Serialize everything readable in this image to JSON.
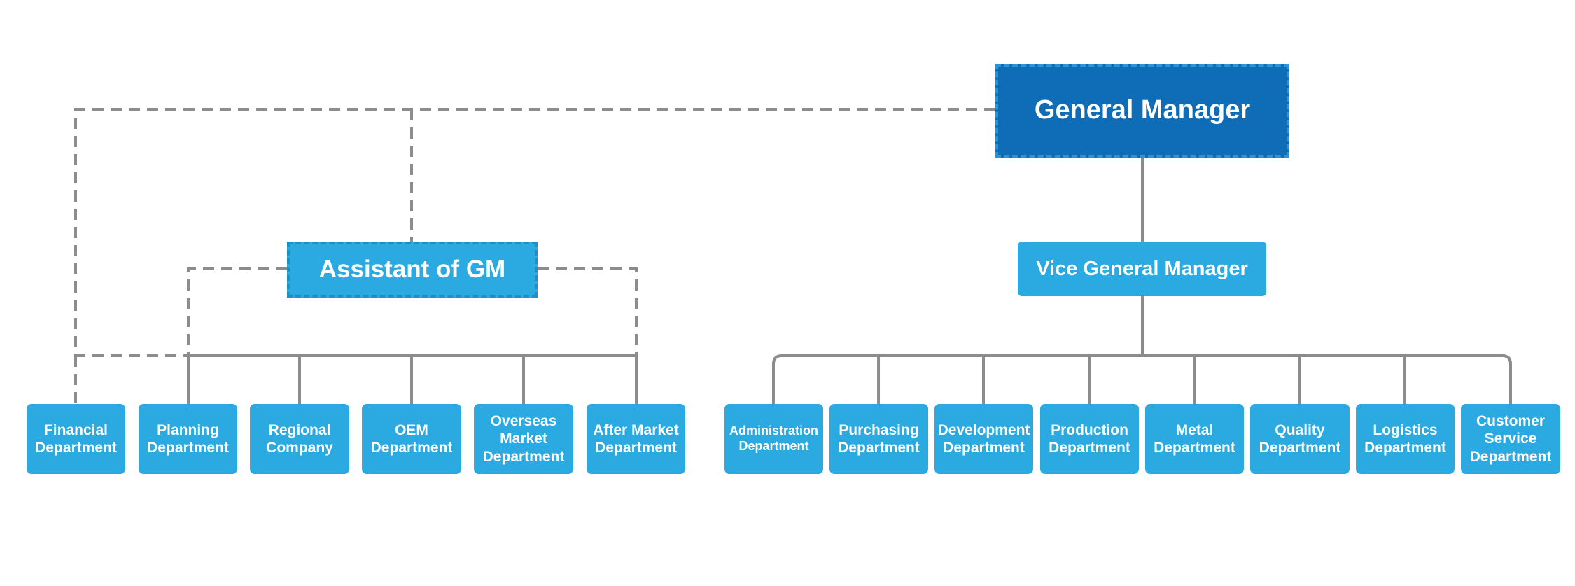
{
  "colors": {
    "gm_fill": "#0F6DB8",
    "node_fill": "#2BA9E1",
    "connector_gray": "#8C8C8C",
    "text": "#FFFFFF"
  },
  "top": {
    "general_manager": "General Manager",
    "assistant": "Assistant of GM",
    "vice_general_manager": "Vice General Manager"
  },
  "left_departments": [
    "Financial\nDepartment",
    "Planning\nDepartment",
    "Regional\nCompany",
    "OEM\nDepartment",
    "Overseas\nMarket\nDepartment",
    "After Market\nDepartment"
  ],
  "right_departments": [
    "Administration\nDepartment",
    "Purchasing\nDepartment",
    "Development\nDepartment",
    "Production\nDepartment",
    "Metal\nDepartment",
    "Quality\nDepartment",
    "Logistics\nDepartment",
    "Customer\nService\nDepartment"
  ]
}
